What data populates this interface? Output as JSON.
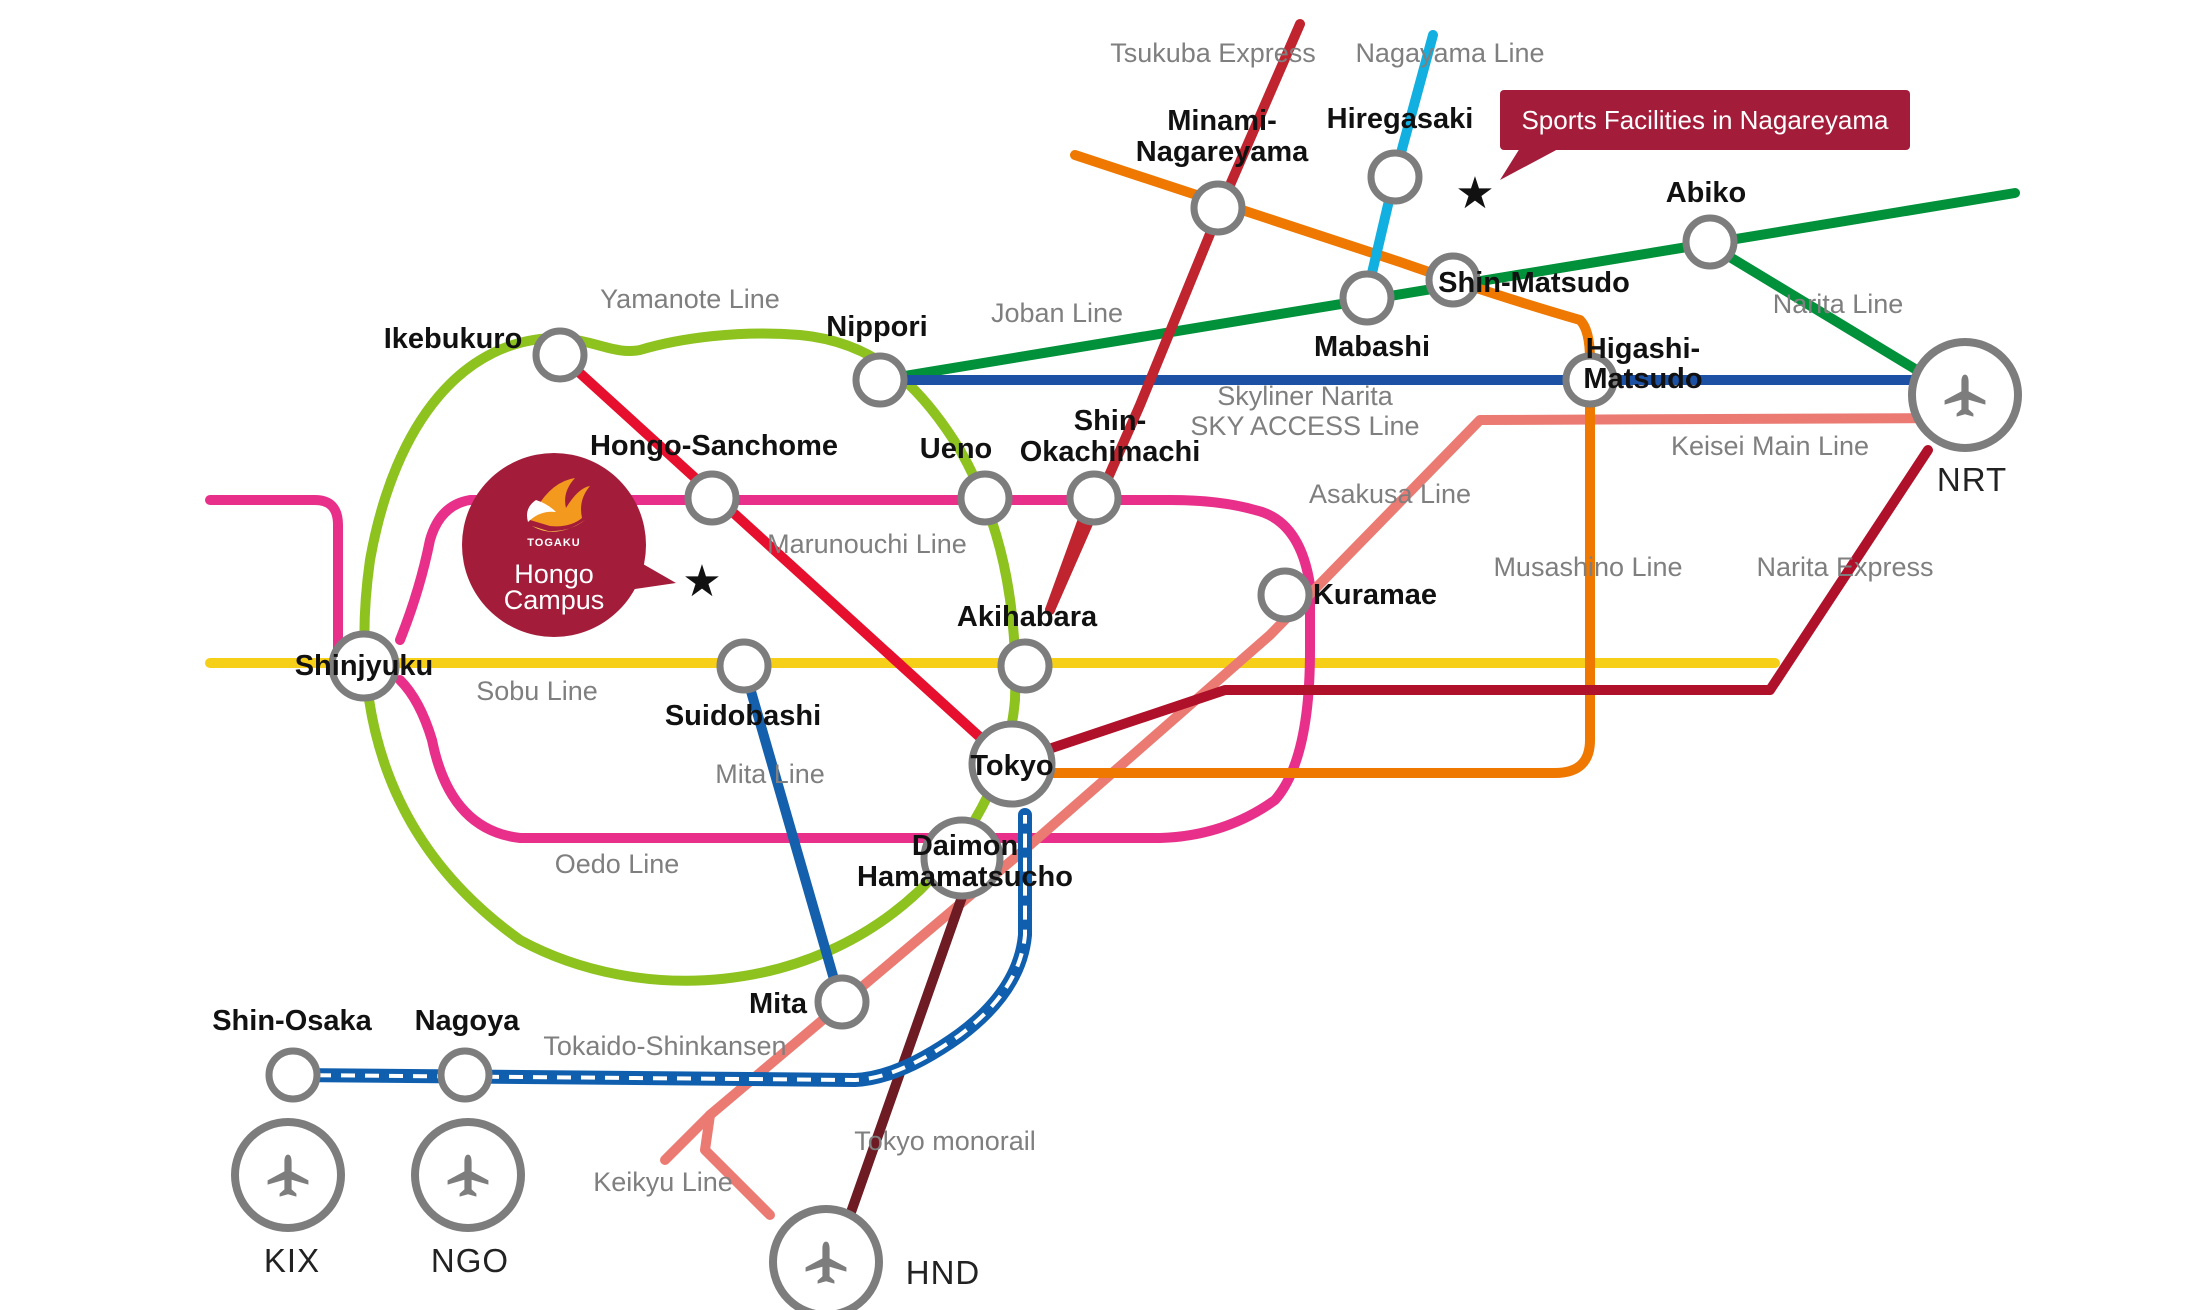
{
  "colors": {
    "yamanote": "#8dc21f",
    "oedo": "#e8308a",
    "marunouchi": "#e60f2d",
    "sobu": "#f6d018",
    "mita": "#1560ad",
    "joban": "#00913a",
    "skyliner": "#1c51a3",
    "musashino": "#ee7800",
    "asakusa": "#eb7a72",
    "narita_express": "#b0112a",
    "tsukuba": "#c0242e",
    "nagayama": "#12b0e0",
    "monorail": "#6e1b24",
    "shinkansen": "#0f5fae",
    "campus": "#a31d3b",
    "station_ring": "#7d7d7d"
  },
  "lines": {
    "yamanote": "Yamanote Line",
    "joban": "Joban Line",
    "skyliner": "Skyliner Narita\nSKY ACCESS Line",
    "keisei": "Keisei Main Line",
    "narita_line": "Narita Line",
    "asakusa": "Asakusa Line",
    "musashino": "Musashino Line",
    "narita_express": "Narita Express",
    "marunouchi": "Marunouchi Line",
    "sobu": "Sobu Line",
    "mita": "Mita Line",
    "oedo": "Oedo Line",
    "tokaido": "Tokaido-Shinkansen",
    "tokyo_monorail": "Tokyo monorail",
    "keikyu": "Keikyu Line",
    "tsukuba": "Tsukuba Express",
    "nagayama": "Nagayama Line"
  },
  "stations": {
    "ikebukuro": "Ikebukuro",
    "nippori": "Nippori",
    "hongo_sanchome": "Hongo-Sanchome",
    "ueno": "Ueno",
    "shin_okachimachi": "Shin-\nOkachimachi",
    "akihabara": "Akihabara",
    "kuramae": "Kuramae",
    "shinjyuku": "Shinjyuku",
    "suidobashi": "Suidobashi",
    "tokyo": "Tokyo",
    "daimon": "Daimon\nHamamatsucho",
    "mita": "Mita",
    "shin_osaka": "Shin-Osaka",
    "nagoya": "Nagoya",
    "minami_nagareyama": "Minami-\nNagareyama",
    "hiregasaki": "Hiregasaki",
    "mabashi": "Mabashi",
    "shin_matsudo": "Shin-Matsudo",
    "higashi_matsudo": "Higashi-\nMatsudo",
    "abiko": "Abiko"
  },
  "airports": {
    "nrt": "NRT",
    "kix": "KIX",
    "ngo": "NGO",
    "hnd": "HND"
  },
  "campus": {
    "logo_text": "TOGAKU",
    "name": "Hongo\nCampus",
    "star": "★"
  },
  "callout": {
    "text": "Sports Facilities in Nagareyama",
    "star": "★"
  }
}
